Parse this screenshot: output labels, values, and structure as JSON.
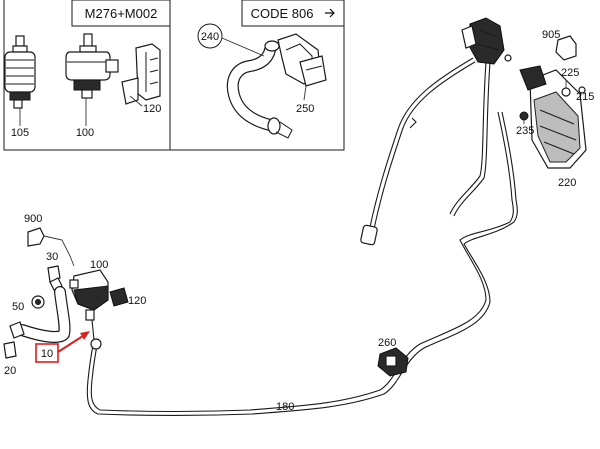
{
  "inset_headers": {
    "engine_variant": "M276+M002",
    "code": "CODE 806"
  },
  "labels": {
    "p105": "105",
    "p100_inset": "100",
    "p120_inset": "120",
    "p240": "240",
    "p250": "250",
    "p905": "905",
    "p225": "225",
    "p215": "215",
    "p235": "235",
    "p220": "220",
    "p900": "900",
    "p30": "30",
    "p100": "100",
    "p50": "50",
    "p120": "120",
    "p10": "10",
    "p20": "20",
    "p260": "260",
    "p180": "180"
  },
  "colors": {
    "highlight": "#e01e1e",
    "ink": "#1a1a1a"
  },
  "icons": {
    "code_arrow": "arrow-right-icon"
  }
}
